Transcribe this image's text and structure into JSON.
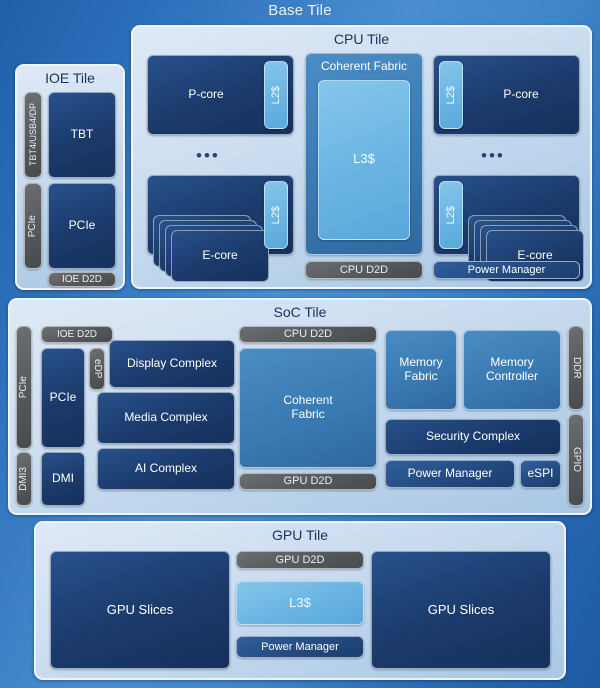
{
  "diagram": {
    "title": "Base Tile",
    "type": "block-diagram",
    "colors": {
      "background": "#2f72bd",
      "tile_background": "#cfdff1",
      "navy_block": "#1b3a6b",
      "blue_block": "#3a7ab3",
      "light_blue_block": "#6cb6e4",
      "gray_block": "#56595b",
      "power_manager": "#23497e"
    }
  },
  "ioe_tile": {
    "title": "IOE Tile",
    "io_connectors": [
      {
        "label": "TBT4/USB4/DP"
      },
      {
        "label": "PCIe"
      }
    ],
    "blocks": [
      {
        "label": "TBT"
      },
      {
        "label": "PCIe"
      }
    ],
    "d2d": "IOE D2D"
  },
  "cpu_tile": {
    "title": "CPU Tile",
    "left_pcore": {
      "core": "P-core",
      "cache": "L2$"
    },
    "right_pcore": {
      "core": "P-core",
      "cache": "L2$"
    },
    "left_ecore": {
      "core": "E-core",
      "cache": "L2$",
      "stack_count": 4
    },
    "right_ecore": {
      "core": "E-core",
      "cache": "L2$",
      "stack_count": 4
    },
    "ellipsis_left": "•••",
    "ellipsis_right": "•••",
    "fabric": {
      "label": "Coherent Fabric",
      "cache": "L3$"
    },
    "d2d": "CPU D2D",
    "power_manager": "Power Manager"
  },
  "soc_tile": {
    "title": "SoC Tile",
    "io_connectors": [
      {
        "label": "PCIe"
      },
      {
        "label": "DMI3"
      },
      {
        "label": "DDR"
      },
      {
        "label": "GPIO"
      }
    ],
    "d2d": {
      "ioe": "IOE D2D",
      "cpu": "CPU D2D",
      "gpu": "GPU D2D"
    },
    "blocks": [
      {
        "label": "PCIe"
      },
      {
        "label": "DMI"
      },
      {
        "label": "eDP"
      },
      {
        "label": "Display Complex"
      },
      {
        "label": "Media Complex"
      },
      {
        "label": "AI Complex"
      },
      {
        "label": "Coherent Fabric"
      },
      {
        "label": "Memory Fabric"
      },
      {
        "label": "Memory Controller"
      },
      {
        "label": "Security Complex"
      },
      {
        "label": "Power Manager"
      },
      {
        "label": "eSPI"
      }
    ]
  },
  "gpu_tile": {
    "title": "GPU Tile",
    "left_slices": "GPU Slices",
    "right_slices": "GPU Slices",
    "d2d": "GPU D2D",
    "cache": "L3$",
    "power_manager": "Power Manager"
  }
}
